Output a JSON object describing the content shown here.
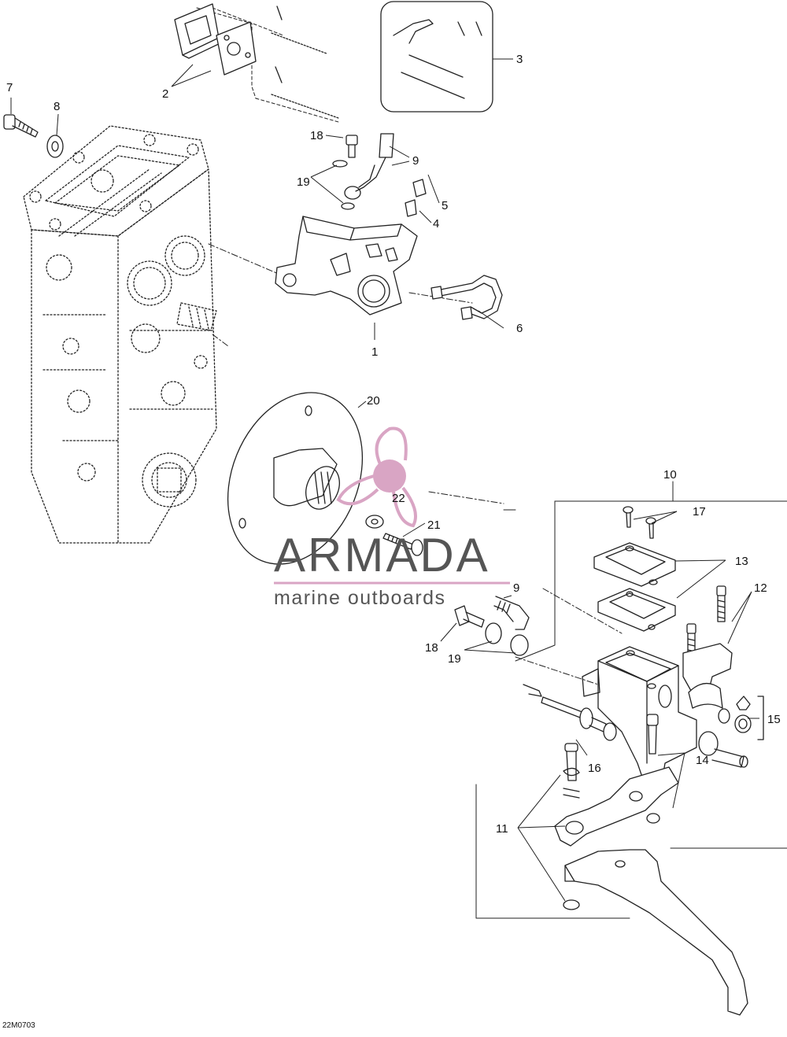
{
  "diagram_code": "22M0703",
  "watermark": {
    "brand": "ARMADA",
    "tagline": "marine outboards",
    "accent_color": "#d9a5c4",
    "logo_icon": "propeller-logo-icon"
  },
  "callouts": {
    "n1": "1",
    "n2": "2",
    "n3": "3",
    "n4": "4",
    "n5": "5",
    "n6": "6",
    "n7": "7",
    "n8": "8",
    "n9a": "9",
    "n9b": "9",
    "n10": "10",
    "n11": "11",
    "n12": "12",
    "n13": "13",
    "n14": "14",
    "n15": "15",
    "n16": "16",
    "n17": "17",
    "n18a": "18",
    "n18b": "18",
    "n19a": "19",
    "n19b": "19",
    "n20": "20",
    "n21": "21",
    "n22": "22"
  }
}
